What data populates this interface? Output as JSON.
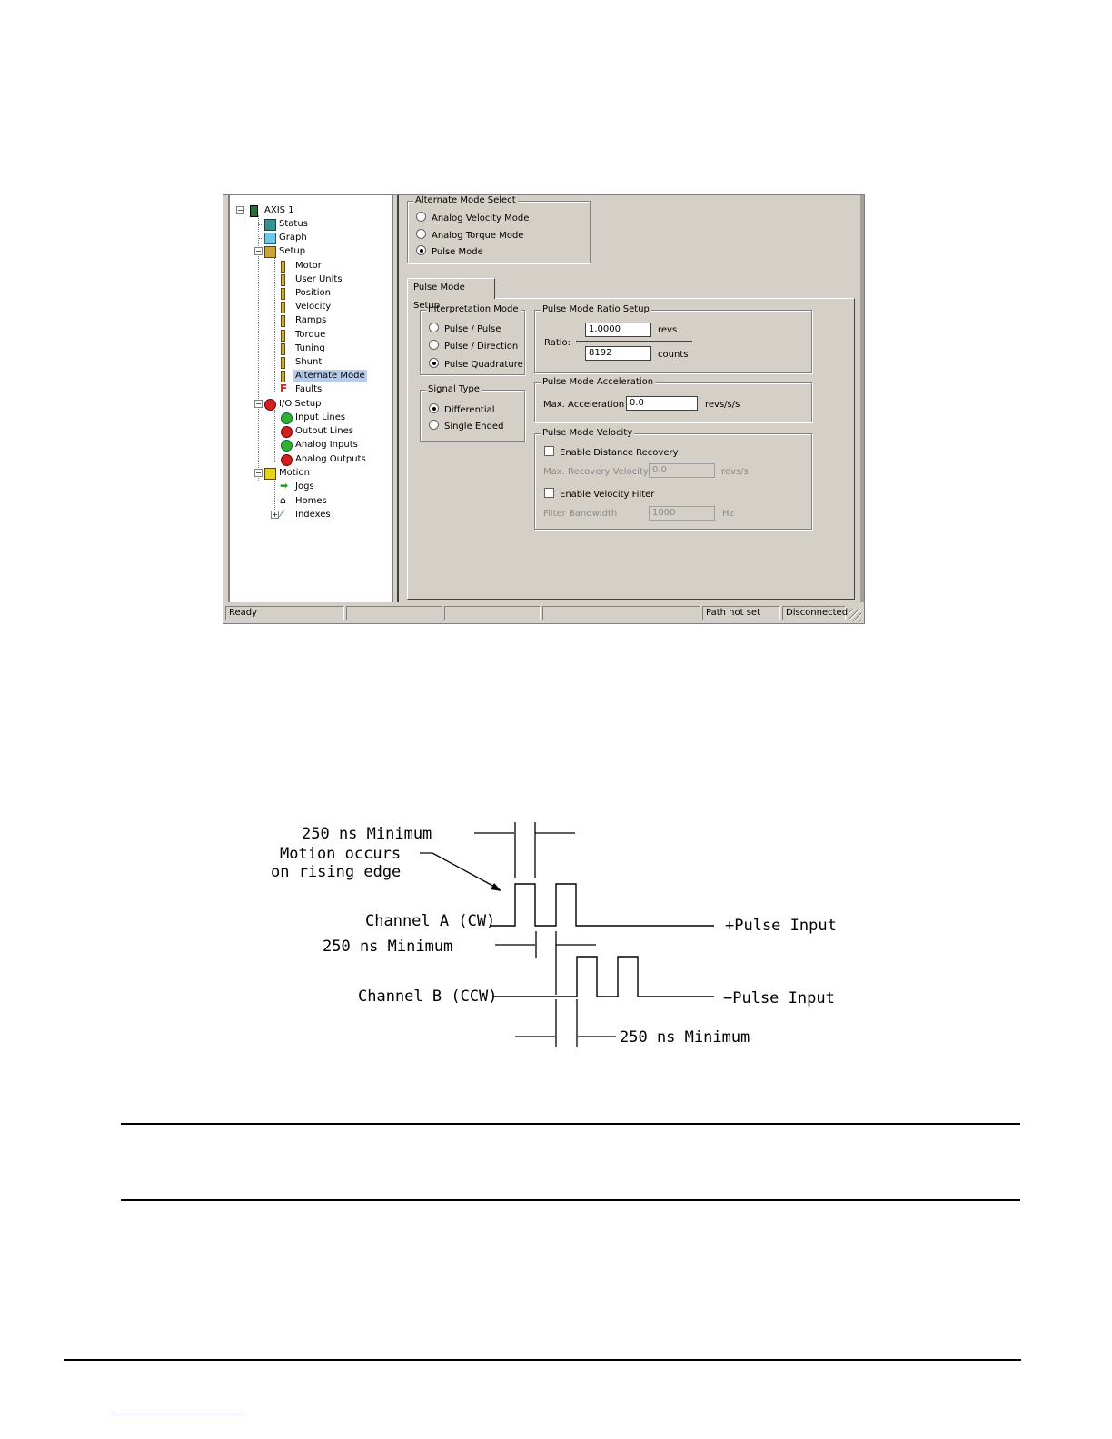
{
  "window": {
    "tree": {
      "items": [
        {
          "label": "AXIS 1",
          "icon": "drive-icon"
        },
        {
          "label": "Status",
          "icon": "status-icon"
        },
        {
          "label": "Graph",
          "icon": "graph-icon"
        },
        {
          "label": "Setup",
          "icon": "setup-icon"
        },
        {
          "label": "Motor",
          "icon": "param-icon"
        },
        {
          "label": "User Units",
          "icon": "param-icon"
        },
        {
          "label": "Position",
          "icon": "param-icon"
        },
        {
          "label": "Velocity",
          "icon": "param-icon"
        },
        {
          "label": "Ramps",
          "icon": "param-icon"
        },
        {
          "label": "Torque",
          "icon": "param-icon"
        },
        {
          "label": "Tuning",
          "icon": "param-icon"
        },
        {
          "label": "Shunt",
          "icon": "param-icon"
        },
        {
          "label": "Alternate Mode",
          "icon": "param-icon"
        },
        {
          "label": "Faults",
          "icon": "fault-icon"
        },
        {
          "label": "I/O Setup",
          "icon": "io-icon"
        },
        {
          "label": "Input Lines",
          "icon": "input-icon"
        },
        {
          "label": "Output Lines",
          "icon": "output-icon"
        },
        {
          "label": "Analog Inputs",
          "icon": "analog-input-icon"
        },
        {
          "label": "Analog Outputs",
          "icon": "analog-output-icon"
        },
        {
          "label": "Motion",
          "icon": "motion-icon"
        },
        {
          "label": "Jogs",
          "icon": "jog-arrow-icon"
        },
        {
          "label": "Homes",
          "icon": "home-icon"
        },
        {
          "label": "Indexes",
          "icon": "index-icon"
        }
      ],
      "selected": "Alternate Mode"
    },
    "alternate_mode": {
      "legend": "Alternate Mode Select",
      "options": [
        "Analog Velocity Mode",
        "Analog Torque Mode",
        "Pulse Mode"
      ],
      "selected": "Pulse Mode"
    },
    "tab_label": "Pulse Mode Setup",
    "interpretation": {
      "legend": "Interpretation Mode",
      "options": [
        "Pulse / Pulse",
        "Pulse / Direction",
        "Pulse Quadrature"
      ],
      "selected": "Pulse Quadrature"
    },
    "signal_type": {
      "legend": "Signal Type",
      "options": [
        "Differential",
        "Single Ended"
      ],
      "selected": "Differential"
    },
    "ratio_setup": {
      "legend": "Pulse Mode Ratio Setup",
      "ratio_label": "Ratio:",
      "numerator": "1.0000",
      "numerator_unit": "revs",
      "denominator": "8192",
      "denominator_unit": "counts"
    },
    "acceleration": {
      "legend": "Pulse Mode Acceleration",
      "label": "Max. Acceleration",
      "value": "0.0",
      "unit": "revs/s/s"
    },
    "velocity": {
      "legend": "Pulse Mode Velocity",
      "distance_recovery_label": "Enable Distance Recovery",
      "max_recovery_label": "Max. Recovery Velocity",
      "max_recovery_value": "0.0",
      "max_recovery_unit": "revs/s",
      "velocity_filter_label": "Enable Velocity Filter",
      "filter_bandwidth_label": "Filter Bandwidth",
      "filter_bandwidth_value": "1000",
      "filter_bandwidth_unit": "Hz"
    },
    "status_bar": {
      "ready": "Ready",
      "path": "Path not set",
      "connection": "Disconnected"
    }
  },
  "timing_diagram": {
    "top_label": "250 ns Minimum",
    "motion_label_1": "Motion occurs",
    "motion_label_2": "on rising edge",
    "channel_a": "Channel A (CW)",
    "plus_pulse": "+Pulse Input",
    "mid_label": "250 ns Minimum",
    "channel_b": "Channel B (CCW)",
    "minus_pulse": "−Pulse Input",
    "bottom_label": "250 ns Minimum"
  }
}
